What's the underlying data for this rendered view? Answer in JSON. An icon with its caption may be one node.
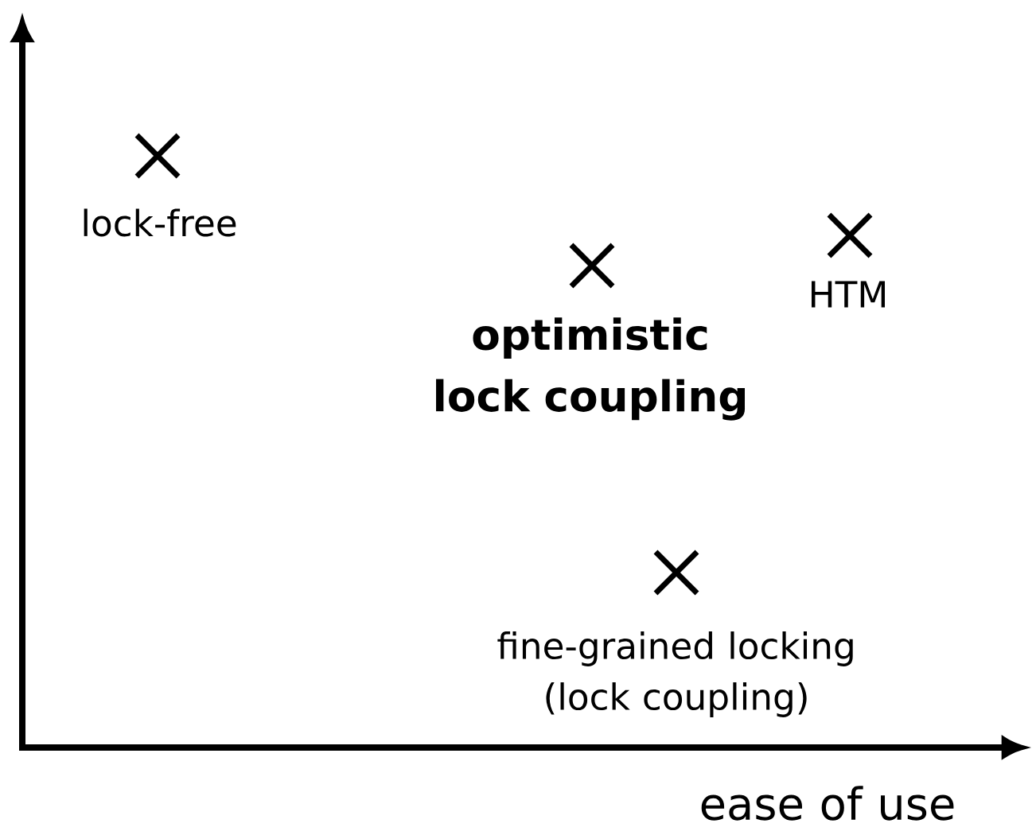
{
  "diagram": {
    "labels": [
      "lock-free",
      "optimistic lock coupling",
      "HTM",
      "fine-grained locking (lock coupling)",
      "ease of use"
    ]
  }
}
